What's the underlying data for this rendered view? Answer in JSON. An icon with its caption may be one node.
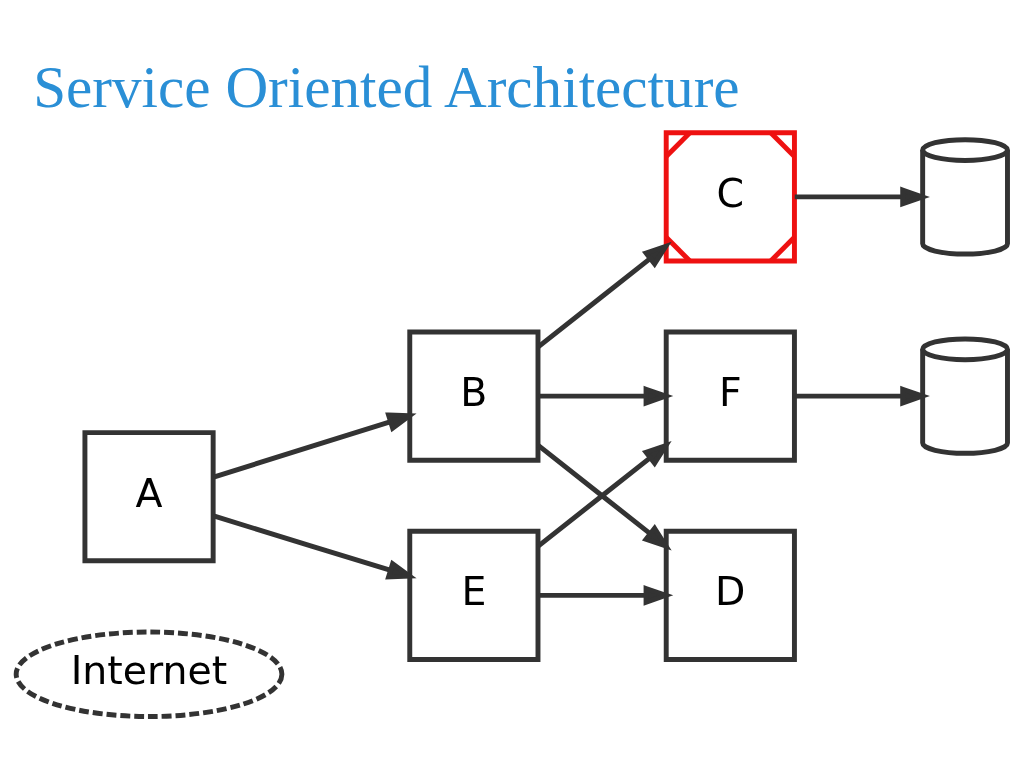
{
  "diagram": {
    "title": "Service Oriented Architecture",
    "nodes": [
      {
        "text": [
          "Internet"
        ]
      },
      {
        "text": [
          "A"
        ]
      },
      {
        "text": [
          "B"
        ]
      },
      {
        "text": [
          "C"
        ]
      },
      {
        "text": [
          "D"
        ]
      },
      {
        "text": [
          "E"
        ]
      },
      {
        "text": [
          "F"
        ]
      },
      {
        "text": [],
        "shape": "cylinder"
      },
      {
        "text": [],
        "shape": "cylinder"
      }
    ],
    "edges": [
      {
        "from": 1,
        "to": 2,
        "arrow": "to"
      },
      {
        "from": 1,
        "to": 5,
        "arrow": "to"
      },
      {
        "from": 2,
        "to": 3,
        "arrow": "to"
      },
      {
        "from": 2,
        "to": 4,
        "arrow": "to"
      },
      {
        "from": 2,
        "to": 6,
        "arrow": "to"
      },
      {
        "from": 5,
        "to": 4,
        "arrow": "to"
      },
      {
        "from": 5,
        "to": 6,
        "arrow": "to"
      },
      {
        "from": 3,
        "to": 7,
        "arrow": "to"
      },
      {
        "from": 6,
        "to": 8,
        "arrow": "to"
      }
    ]
  }
}
